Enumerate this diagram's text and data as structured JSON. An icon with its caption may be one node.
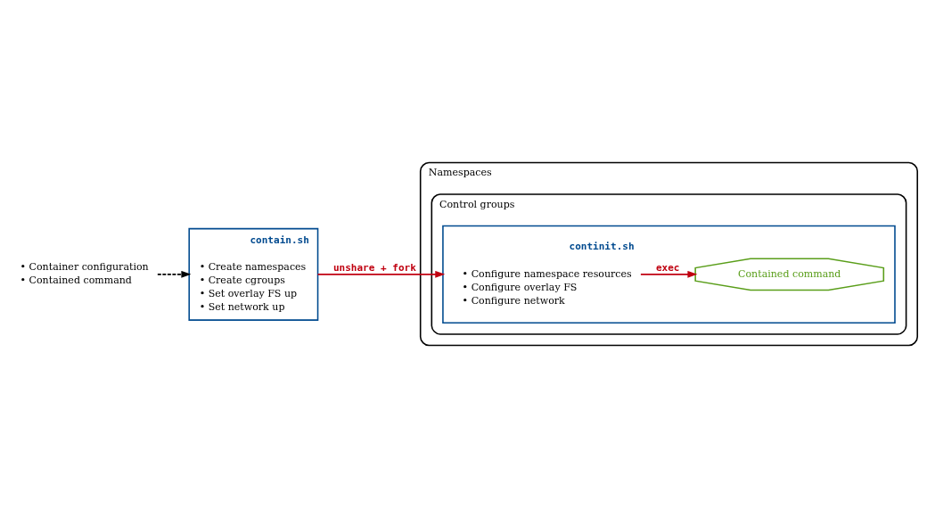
{
  "diagram": {
    "nodes": [
      {
        "text": [
          "• Container configuration",
          "• Contained command"
        ]
      },
      {
        "text": [
          "contain.sh",
          "• Create namespaces",
          "• Create cgroups",
          "• Set overlay FS up",
          "• Set network up"
        ]
      },
      {
        "text": [
          "Namespaces"
        ]
      },
      {
        "text": [
          "Control groups"
        ],
        "in": 2
      },
      {
        "text": [
          "continit.sh",
          "• Configure namespace resources",
          "• Configure overlay FS",
          "• Configure network"
        ],
        "in": 3
      },
      {
        "text": [
          "Contained command"
        ],
        "in": 4
      }
    ],
    "edges": [
      {
        "from": 0,
        "to": 1,
        "arrow": "to",
        "style": "dashed",
        "color": "#000000"
      },
      {
        "from": 1,
        "to": 4,
        "arrow": "to",
        "label": "unshare + fork",
        "color": "#c00010"
      },
      {
        "from": 4,
        "to": 5,
        "arrow": "to",
        "label": "exec",
        "color": "#c00010"
      }
    ]
  }
}
